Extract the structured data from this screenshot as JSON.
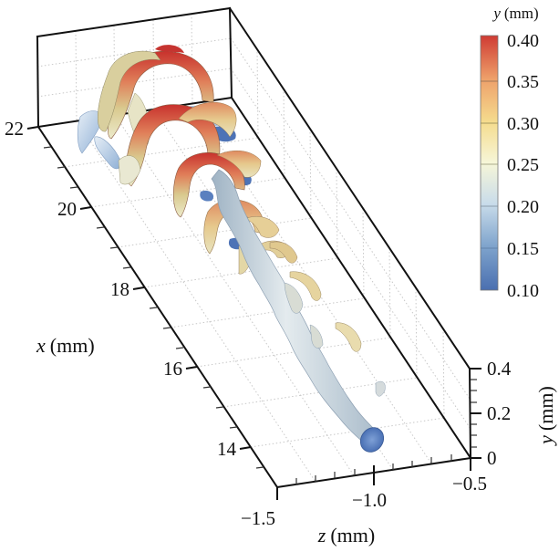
{
  "chart_data": {
    "type": "3d-isosurface",
    "title": "",
    "description": "3D vortex isosurfaces coloured by y (mm): a helical vortex tube along x with hairpin/arch structures growing downstream",
    "axes": {
      "x": {
        "label": "x (mm)",
        "label_var": "x",
        "label_unit": "(mm)",
        "ticks": [
          "14",
          "16",
          "18",
          "20",
          "22"
        ],
        "tick_values": [
          14,
          16,
          18,
          20,
          22
        ],
        "range": [
          13,
          22
        ]
      },
      "z": {
        "label": "z (mm)",
        "label_var": "z",
        "label_unit": "(mm)",
        "ticks": [
          "−1.5",
          "−1.0",
          "−0.5"
        ],
        "tick_values": [
          -1.5,
          -1.0,
          -0.5
        ],
        "range": [
          -1.5,
          -0.5
        ]
      },
      "y": {
        "label": "y (mm)",
        "label_var": "y",
        "label_unit": "(mm)",
        "ticks": [
          "0",
          "0.2",
          "0.4"
        ],
        "tick_values": [
          0,
          0.2,
          0.4
        ],
        "range": [
          0,
          0.4
        ]
      }
    },
    "colorbar": {
      "title": "y (mm)",
      "title_var": "y",
      "title_unit": "(mm)",
      "ticks": [
        "0.40",
        "0.35",
        "0.30",
        "0.25",
        "0.20",
        "0.15",
        "0.10"
      ],
      "tick_values": [
        0.4,
        0.35,
        0.3,
        0.25,
        0.2,
        0.15,
        0.1
      ],
      "range": [
        0.1,
        0.4
      ],
      "colormap": "blue-white-yellow-red (diverging)",
      "colors": {
        "0.10": "#4a6fb0",
        "0.15": "#7ea3cc",
        "0.20": "#c9dcea",
        "0.25": "#f6f6d8",
        "0.30": "#f5dc8e",
        "0.35": "#eea06a",
        "0.40": "#cf3b33"
      }
    },
    "grid": true,
    "legend_position": "top-right colorbar"
  }
}
